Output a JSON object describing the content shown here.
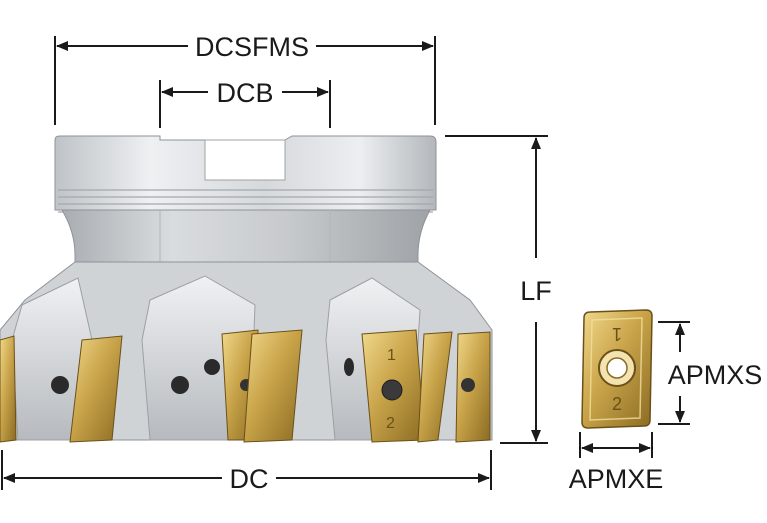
{
  "dimensions": {
    "dcsfms": "DCSFMS",
    "dcb": "DCB",
    "lf": "LF",
    "dc": "DC",
    "apmxs": "APMXS",
    "apmxe": "APMXE"
  },
  "insert_markings": {
    "top_number": "1",
    "bottom_number": "2"
  },
  "colors": {
    "steel_light": "#e6e8ea",
    "steel_mid": "#c4c8cc",
    "steel_dark": "#8e9398",
    "insert_gold": "#c9a44a",
    "insert_dark": "#8a6b22",
    "line": "#1a1a1a"
  }
}
